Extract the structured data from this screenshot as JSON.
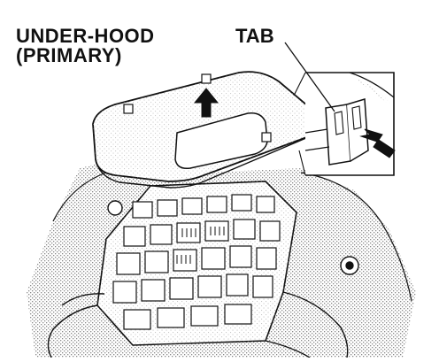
{
  "diagram": {
    "title_lines": [
      "UNDER-HOOD",
      "(PRIMARY)"
    ],
    "callout": "TAB"
  },
  "colors": {
    "ink": "#111111",
    "stipple": "#8a8a8a",
    "paper": "#ffffff"
  },
  "icons": {
    "lift-direction": "lift-arrow-icon",
    "press-direction": "press-arrow-icon"
  }
}
